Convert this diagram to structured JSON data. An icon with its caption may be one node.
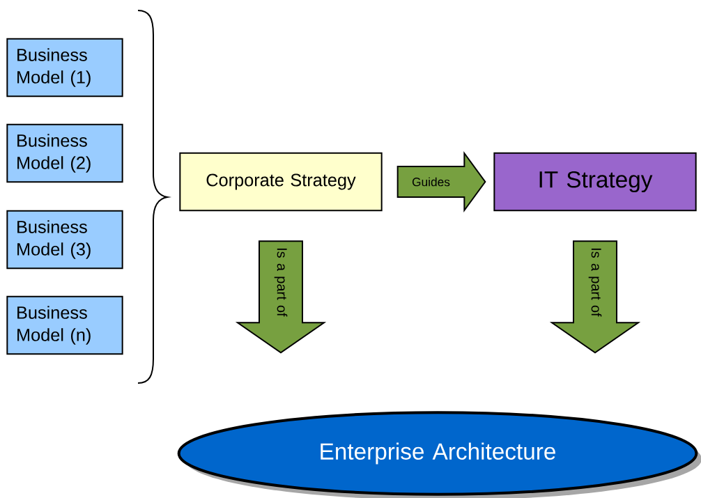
{
  "diagram": {
    "nodes": [
      {
        "text": [
          "Business Model (1)"
        ]
      },
      {
        "text": [
          "Business Model (2)"
        ]
      },
      {
        "text": [
          "Business Model (3)"
        ]
      },
      {
        "text": [
          "Business Model (n)"
        ]
      },
      {
        "text": [
          "Corporate Strategy"
        ]
      },
      {
        "text": [
          "IT Strategy"
        ]
      },
      {
        "text": [
          "Enterprise Architecture"
        ]
      }
    ],
    "edges": [
      {
        "from": 4,
        "to": 5,
        "arrow": "to",
        "label": "Guides"
      },
      {
        "from": 4,
        "to": 6,
        "arrow": "to",
        "label": "Is a part of"
      },
      {
        "from": 5,
        "to": 6,
        "arrow": "to",
        "label": "Is a part of"
      }
    ]
  }
}
